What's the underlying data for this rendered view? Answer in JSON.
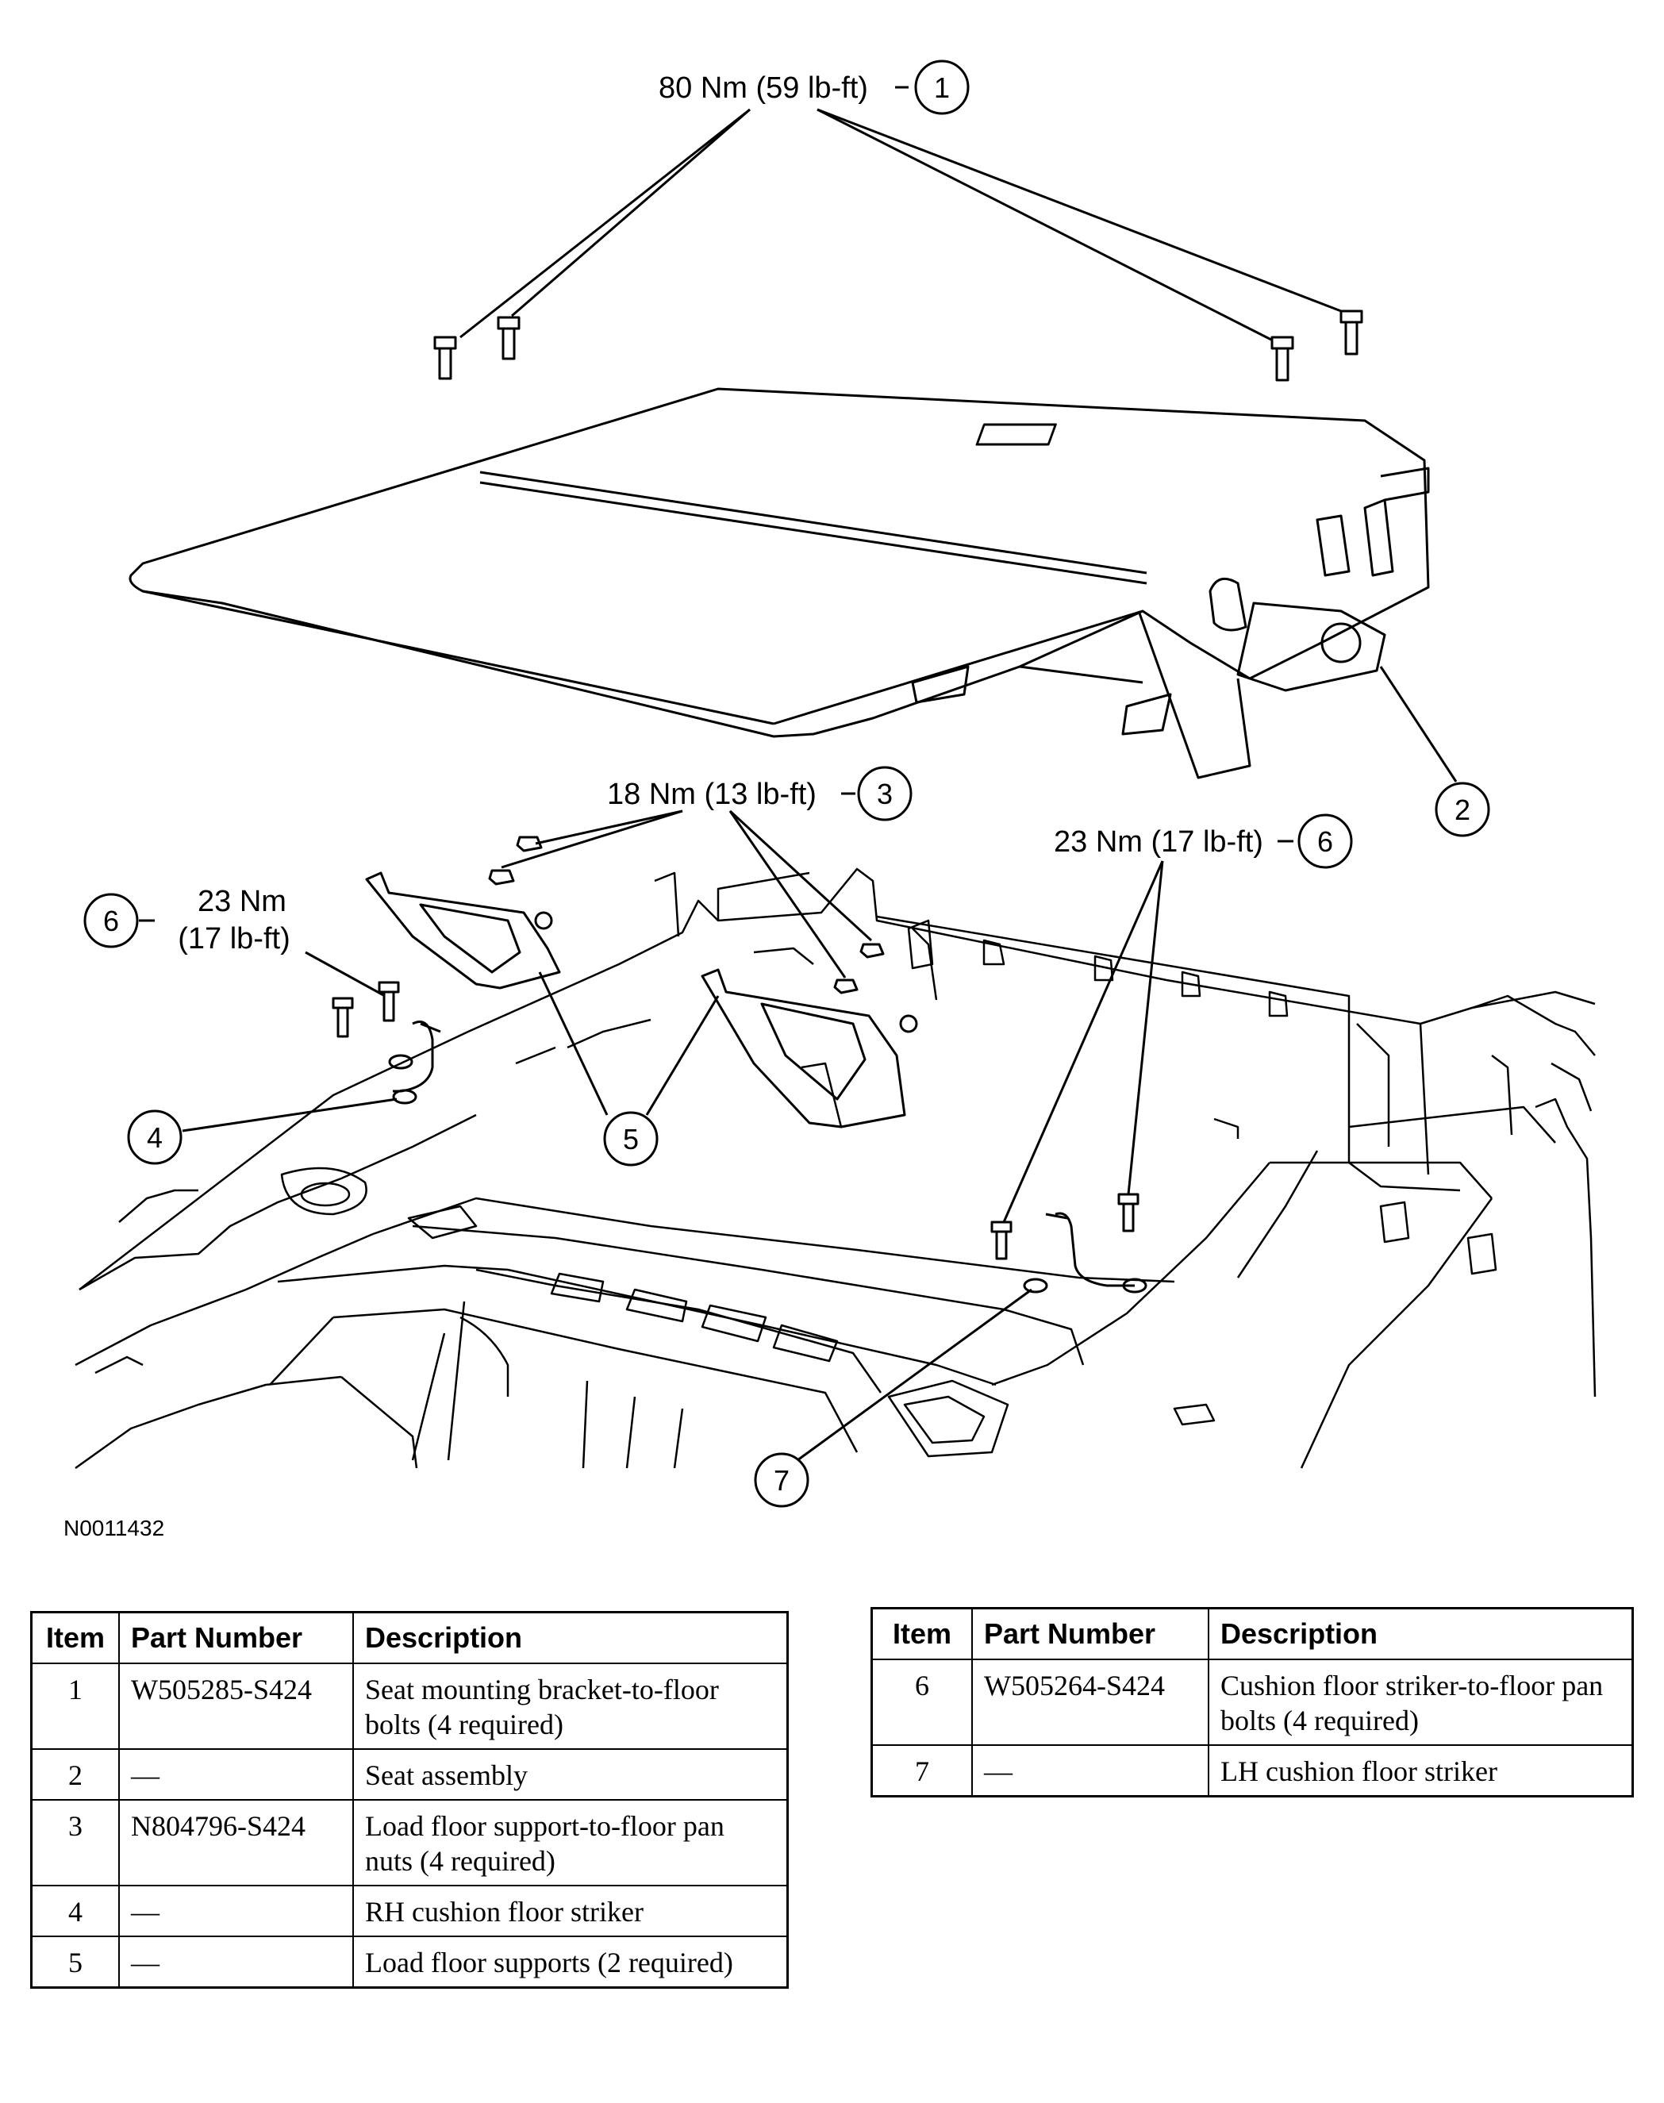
{
  "callouts": {
    "c1": {
      "torque": "80 Nm (59 lb-ft)",
      "num": "1"
    },
    "c2": {
      "num": "2"
    },
    "c3": {
      "torque": "18 Nm (13 lb-ft)",
      "num": "3"
    },
    "c6a": {
      "torque": "23 Nm (17 lb-ft)",
      "num": "6"
    },
    "c6b": {
      "torque_line1": "23 Nm",
      "torque_line2": "(17 lb-ft)",
      "num": "6"
    },
    "c4": {
      "num": "4"
    },
    "c5": {
      "num": "5"
    },
    "c7": {
      "num": "7"
    }
  },
  "figure_id": "N0011432",
  "table_left": {
    "headers": {
      "item": "Item",
      "part": "Part Number",
      "desc": "Description"
    },
    "rows": [
      {
        "item": "1",
        "part": "W505285-S424",
        "desc": "Seat mounting bracket-to-floor bolts (4 required)"
      },
      {
        "item": "2",
        "part": "—",
        "desc": "Seat assembly"
      },
      {
        "item": "3",
        "part": "N804796-S424",
        "desc": "Load floor support-to-floor pan nuts (4 required)"
      },
      {
        "item": "4",
        "part": "—",
        "desc": "RH cushion floor striker"
      },
      {
        "item": "5",
        "part": "—",
        "desc": "Load floor supports (2 required)"
      }
    ]
  },
  "table_right": {
    "headers": {
      "item": "Item",
      "part": "Part Number",
      "desc": "Description"
    },
    "rows": [
      {
        "item": "6",
        "part": "W505264-S424",
        "desc": "Cushion floor striker-to-floor pan bolts (4 required)"
      },
      {
        "item": "7",
        "part": "—",
        "desc": "LH cushion floor striker"
      }
    ]
  }
}
